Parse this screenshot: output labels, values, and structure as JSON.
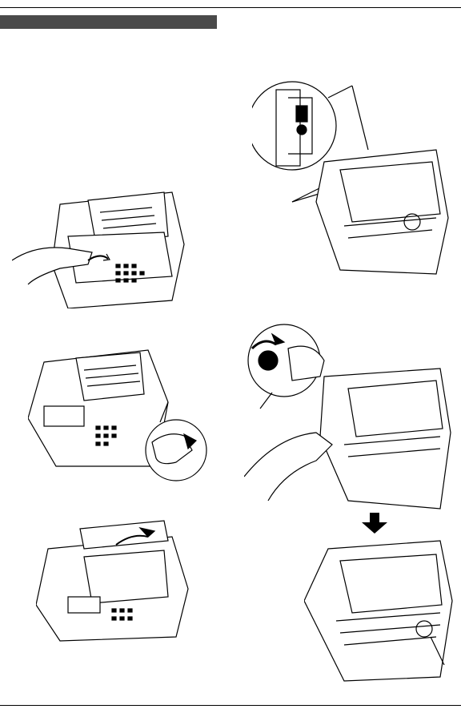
{
  "page": {
    "section_heading_bar": "",
    "illustrations": [
      {
        "id": "open-front-cover",
        "icon": "fax-open-cover-hand"
      },
      {
        "id": "press-release-button",
        "icon": "fax-release-button-finger"
      },
      {
        "id": "lift-back-cover",
        "icon": "fax-lift-back-cover"
      },
      {
        "id": "gear-detail",
        "icon": "fax-gear-closeup"
      },
      {
        "id": "install-roll",
        "icon": "fax-install-ink-roll"
      },
      {
        "id": "roll-installed",
        "icon": "fax-roll-installed"
      }
    ],
    "down_arrow_icon": "down-arrow-icon"
  }
}
